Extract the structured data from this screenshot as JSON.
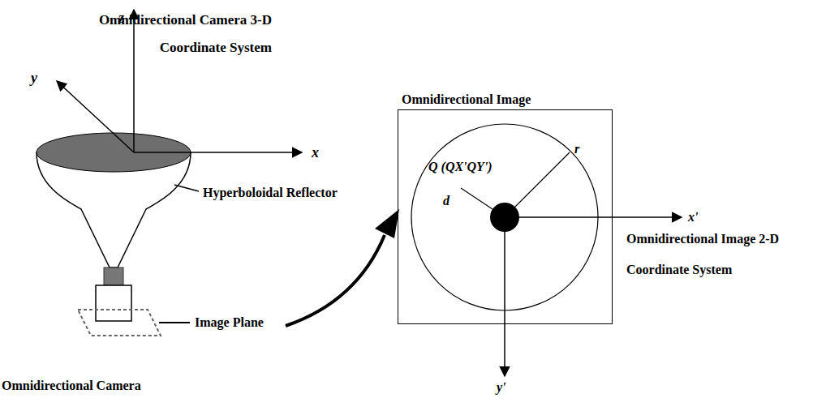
{
  "diagram": {
    "nodes": [
      {
        "text": [
          "Omnidirectional Image"
        ]
      }
    ],
    "labels": [
      "Omnidirectional Camera 3-D Coordinate System",
      "z",
      "y",
      "x",
      "Hyperboloidal Reflector",
      "Image Plane",
      "Omnidirectional Camera",
      "Q (QX'QY')",
      "r",
      "d",
      "x'",
      "y'",
      "Omnidirectional Image 2-D Coordinate System"
    ]
  }
}
